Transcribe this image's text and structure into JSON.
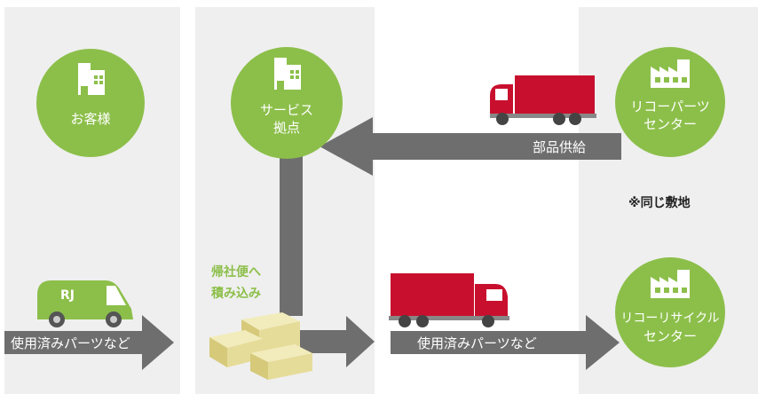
{
  "nodes": {
    "customer": {
      "label": "お客様"
    },
    "service_base": {
      "label_line1": "サービス",
      "label_line2": "拠点"
    },
    "parts_center": {
      "label_line1": "リコーパーツ",
      "label_line2": "センター"
    },
    "recycle_center": {
      "label_line1": "リコーリサイクル",
      "label_line2": "センター"
    }
  },
  "arrows": {
    "parts_supply": "部品供給",
    "used_parts_left": "使用済みパーツなど",
    "used_parts_right": "使用済みパーツなど"
  },
  "van_badge": "RJ",
  "loading_note": {
    "line1": "帰社便へ",
    "line2": "積み込み"
  },
  "same_site_note": "※同じ敷地",
  "colors": {
    "green": "#8cbf4a",
    "gray_arrow": "#6e6e6e",
    "truck_red": "#c8102e",
    "panel_bg": "#efefef",
    "box": "#e6dc9a"
  }
}
